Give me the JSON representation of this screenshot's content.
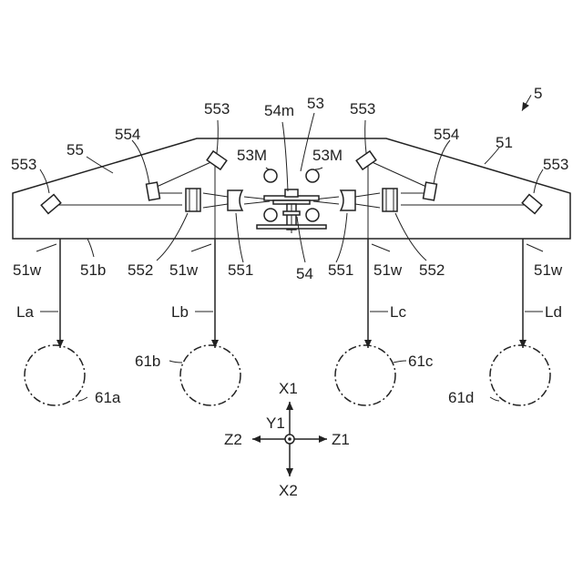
{
  "labels": {
    "device": "5",
    "frame": "51",
    "frame_bottom": "51b",
    "window": "51w",
    "unit": "53",
    "motor": "53M",
    "shaft": "54",
    "shaft_mirror": "54m",
    "optics": "55",
    "lens": "551",
    "lens2": "552",
    "mirror": "553",
    "mirror2": "554",
    "beam_a": "La",
    "beam_b": "Lb",
    "beam_c": "Lc",
    "beam_d": "Ld",
    "target_a": "61a",
    "target_b": "61b",
    "target_c": "61c",
    "target_d": "61d"
  },
  "axes": {
    "x1": "X1",
    "x2": "X2",
    "y1": "Y1",
    "z1": "Z1",
    "z2": "Z2"
  }
}
